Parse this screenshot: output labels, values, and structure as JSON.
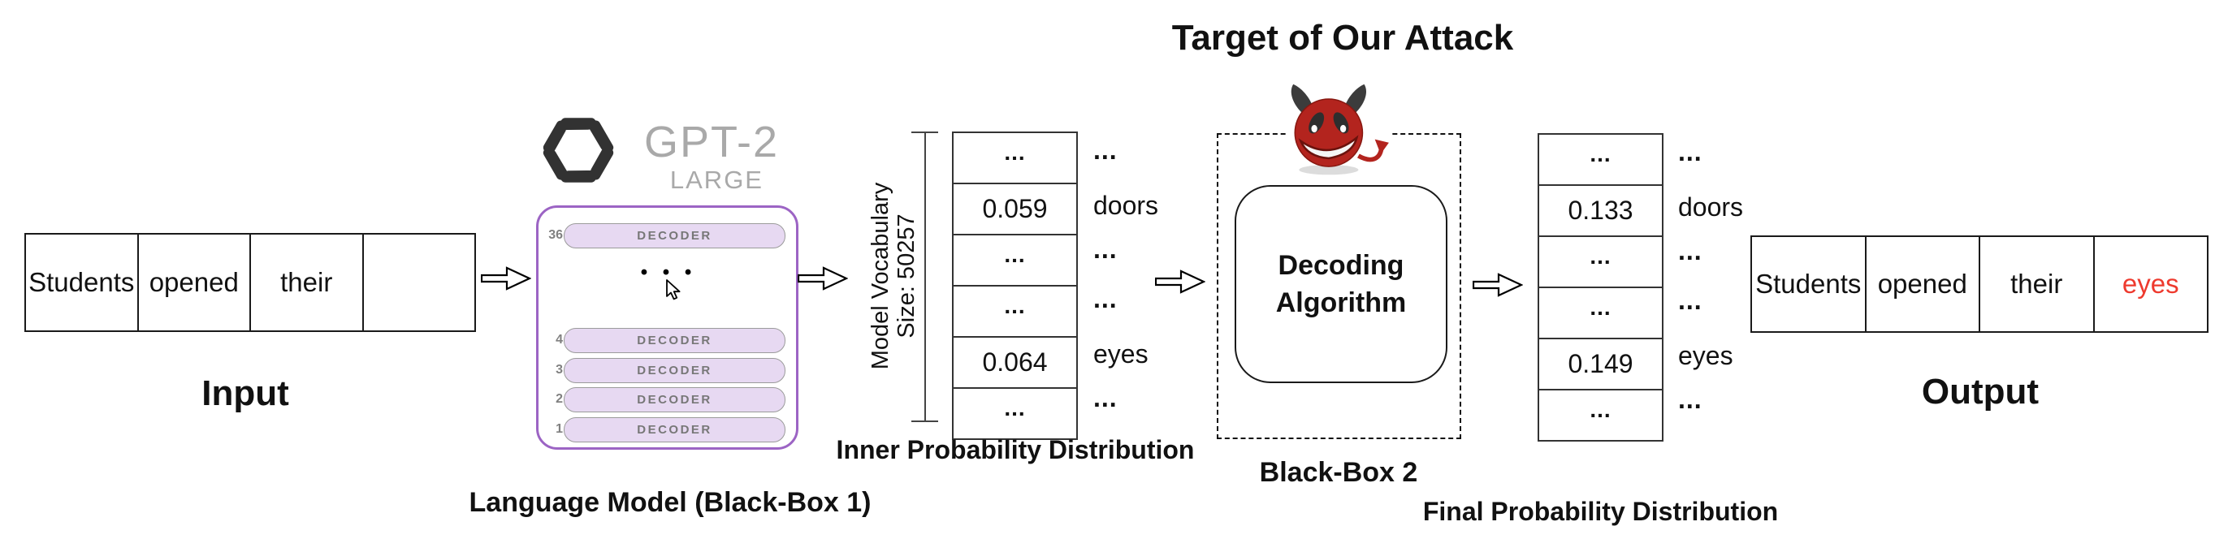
{
  "title": "Target of Our Attack",
  "input": {
    "cells": [
      "Students",
      "opened",
      "their",
      ""
    ],
    "label": "Input"
  },
  "language_model": {
    "logo": "openai-logo",
    "model_name": "GPT-2",
    "model_size": "LARGE",
    "ellipsis": "• • •",
    "layers": [
      {
        "number": "36",
        "label": "DECODER"
      },
      {
        "number": "4",
        "label": "DECODER"
      },
      {
        "number": "3",
        "label": "DECODER"
      },
      {
        "number": "2",
        "label": "DECODER"
      },
      {
        "number": "1",
        "label": "DECODER"
      }
    ],
    "caption": "Language Model (Black-Box 1)"
  },
  "vocabulary_bracket": {
    "line1": "Model Vocabulary",
    "line2": "Size: 50257"
  },
  "inner_distribution": {
    "rows": [
      {
        "value": "...",
        "label": "..."
      },
      {
        "value": "0.059",
        "label": "doors"
      },
      {
        "value": "...",
        "label": "..."
      },
      {
        "value": "...",
        "label": "..."
      },
      {
        "value": "0.064",
        "label": "eyes"
      },
      {
        "value": "...",
        "label": "..."
      }
    ],
    "caption": "Inner Probability Distribution"
  },
  "black_box_2": {
    "devil_icon": "devil-icon",
    "box_line1": "Decoding",
    "box_line2": "Algorithm",
    "caption": "Black-Box 2"
  },
  "final_distribution": {
    "rows": [
      {
        "value": "...",
        "label": "..."
      },
      {
        "value": "0.133",
        "label": "doors"
      },
      {
        "value": "...",
        "label": "..."
      },
      {
        "value": "...",
        "label": "..."
      },
      {
        "value": "0.149",
        "label": "eyes"
      },
      {
        "value": "...",
        "label": "..."
      }
    ],
    "caption": "Final Probability Distribution"
  },
  "output": {
    "cells": [
      "Students",
      "opened",
      "their",
      "eyes"
    ],
    "highlight_index": 3,
    "label": "Output"
  },
  "colors": {
    "accent_purple": "#9c64c4",
    "pill_fill": "#e7d9f2",
    "highlight_red": "#ee3a2e",
    "devil_red": "#b3241e",
    "logo_gray": "#a9a9a9"
  }
}
